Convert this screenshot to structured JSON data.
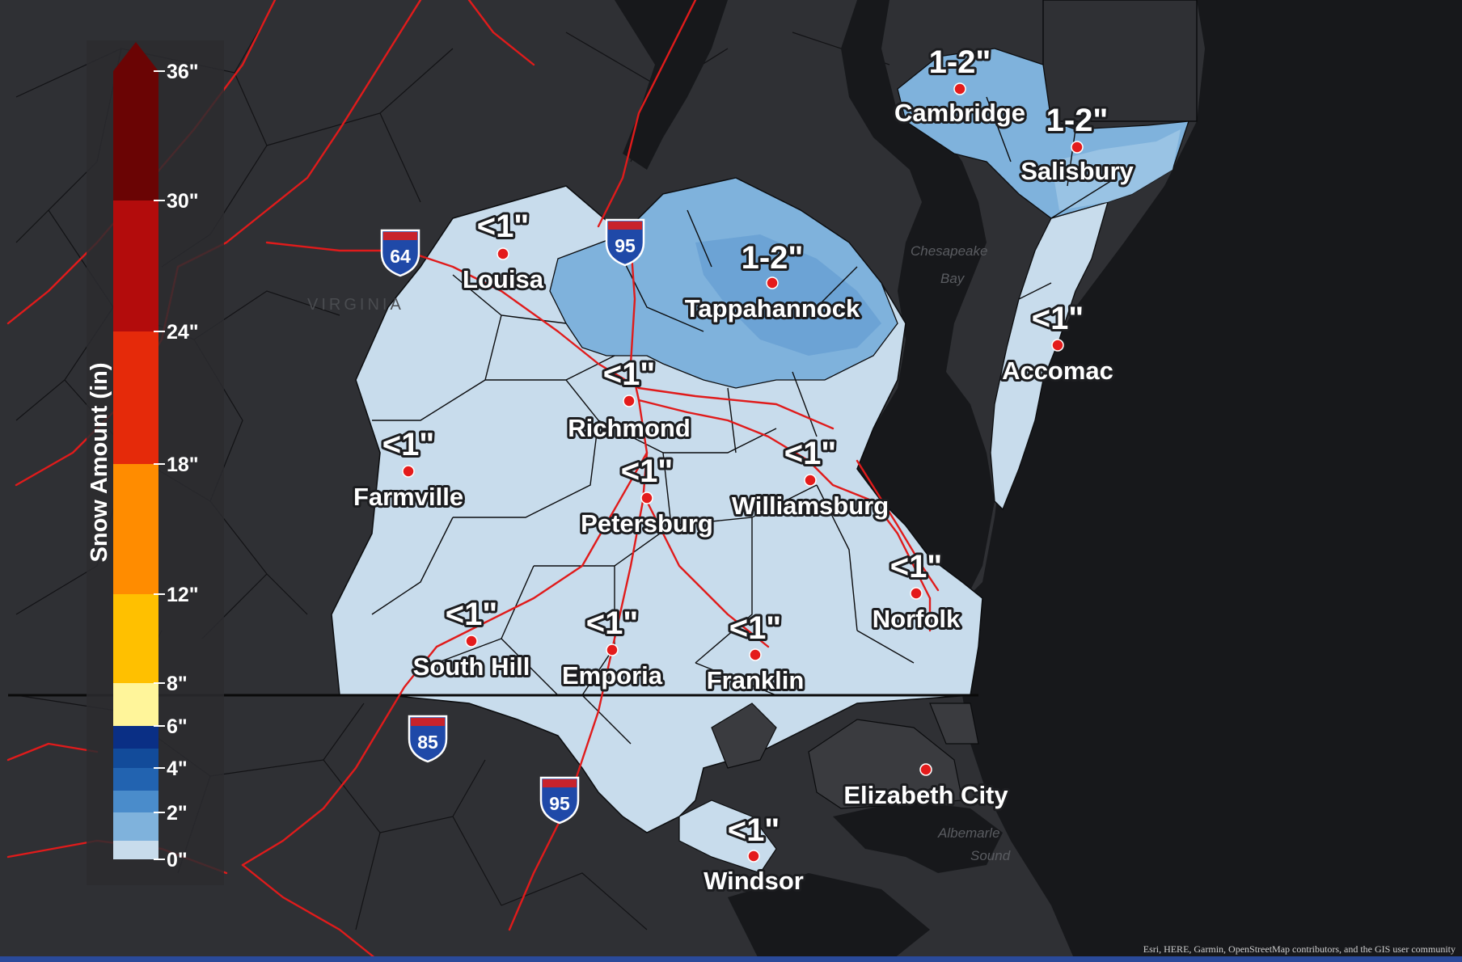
{
  "legend": {
    "title": "Snow Amount (in)",
    "ticks": [
      "36\"",
      "30\"",
      "24\"",
      "18\"",
      "12\"",
      "8\"",
      "6\"",
      "4\"",
      "2\"",
      "0\""
    ],
    "bands": [
      {
        "from": "0\"",
        "to": "1\"",
        "color": "#c8dcec"
      },
      {
        "from": "1\"",
        "to": "2\"",
        "color": "#7fb2dc"
      },
      {
        "from": "2\"",
        "to": "3\"",
        "color": "#4a8ccb"
      },
      {
        "from": "3\"",
        "to": "4\"",
        "color": "#2263b0"
      },
      {
        "from": "4\"",
        "to": "5\"",
        "color": "#124b9a"
      },
      {
        "from": "5\"",
        "to": "6\"",
        "color": "#0a2f85"
      },
      {
        "from": "6\"",
        "to": "8\"",
        "color": "#fff59a"
      },
      {
        "from": "8\"",
        "to": "12\"",
        "color": "#ffc000"
      },
      {
        "from": "12\"",
        "to": "18\"",
        "color": "#ff8c00"
      },
      {
        "from": "18\"",
        "to": "24\"",
        "color": "#e52a0a"
      },
      {
        "from": "24\"",
        "to": "30\"",
        "color": "#b30c0c"
      },
      {
        "from": "30\"",
        "to": "36\"",
        "color": "#6a0404"
      }
    ]
  },
  "locations": [
    {
      "name": "Cambridge",
      "amount": "1-2\""
    },
    {
      "name": "Salisbury",
      "amount": "1-2\""
    },
    {
      "name": "Tappahannock",
      "amount": "1-2\""
    },
    {
      "name": "Louisa",
      "amount": "<1\""
    },
    {
      "name": "Accomac",
      "amount": "<1\""
    },
    {
      "name": "Richmond",
      "amount": "<1\""
    },
    {
      "name": "Farmville",
      "amount": "<1\""
    },
    {
      "name": "Petersburg",
      "amount": "<1\""
    },
    {
      "name": "Williamsburg",
      "amount": "<1\""
    },
    {
      "name": "Norfolk",
      "amount": "<1\""
    },
    {
      "name": "South Hill",
      "amount": "<1\""
    },
    {
      "name": "Emporia",
      "amount": "<1\""
    },
    {
      "name": "Franklin",
      "amount": "<1\""
    },
    {
      "name": "Elizabeth City",
      "amount": ""
    },
    {
      "name": "Windsor",
      "amount": "<1\""
    }
  ],
  "highways": [
    "64",
    "95",
    "85",
    "95"
  ],
  "water_labels": [
    "Chesapeake",
    "Bay",
    "Albemarle",
    "Sound"
  ],
  "state_label": "VIRGINIA",
  "attribution": "Esri, HERE, Garmin, OpenStreetMap contributors, and the GIS user community",
  "colors": {
    "background": "#2e2f33",
    "water": "#17181b",
    "marker": "#e41b1b",
    "road": "#e01b1b",
    "bottom_bar": "#2a4a9a"
  }
}
